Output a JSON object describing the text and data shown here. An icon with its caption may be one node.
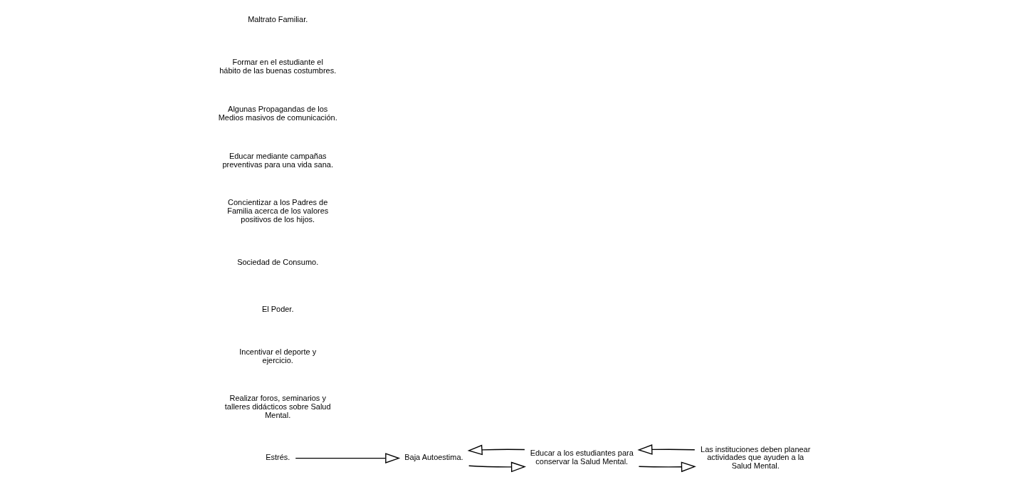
{
  "diagram": {
    "nodes": [
      {
        "text": [
          "Estrés."
        ]
      },
      {
        "text": [
          "Las instituciones deben planear actividades que ayuden a la Salud Mental."
        ]
      },
      {
        "text": [
          "Educar a los estudiantes para conservar la Salud Mental."
        ]
      },
      {
        "text": [
          "Baja Autoestima."
        ]
      }
    ],
    "edges": [
      {
        "from": 1,
        "to": 2,
        "arrow": "to"
      },
      {
        "from": 2,
        "to": 1,
        "arrow": "to"
      },
      {
        "from": 3,
        "to": 2,
        "arrow": "to"
      },
      {
        "from": 2,
        "to": 3,
        "arrow": "to"
      },
      {
        "from": 0,
        "to": 3,
        "arrow": "to"
      }
    ],
    "labels": [
      "Realizar foros, seminarios y talleres didácticos sobre Salud Mental.",
      "Incentivar el deporte y ejercicio.",
      "El Poder.",
      "Sociedad de Consumo.",
      "Concientizar a los Padres de Familia acerca de los valores positivos de los hijos.",
      "Educar mediante campañas preventivas para una vida sana.",
      "Algunas Propagandas de los Medios masivos de comunicación.",
      "Formar en el estudiante el hábito de las buenas costumbres.",
      "Maltrato Familiar."
    ]
  }
}
